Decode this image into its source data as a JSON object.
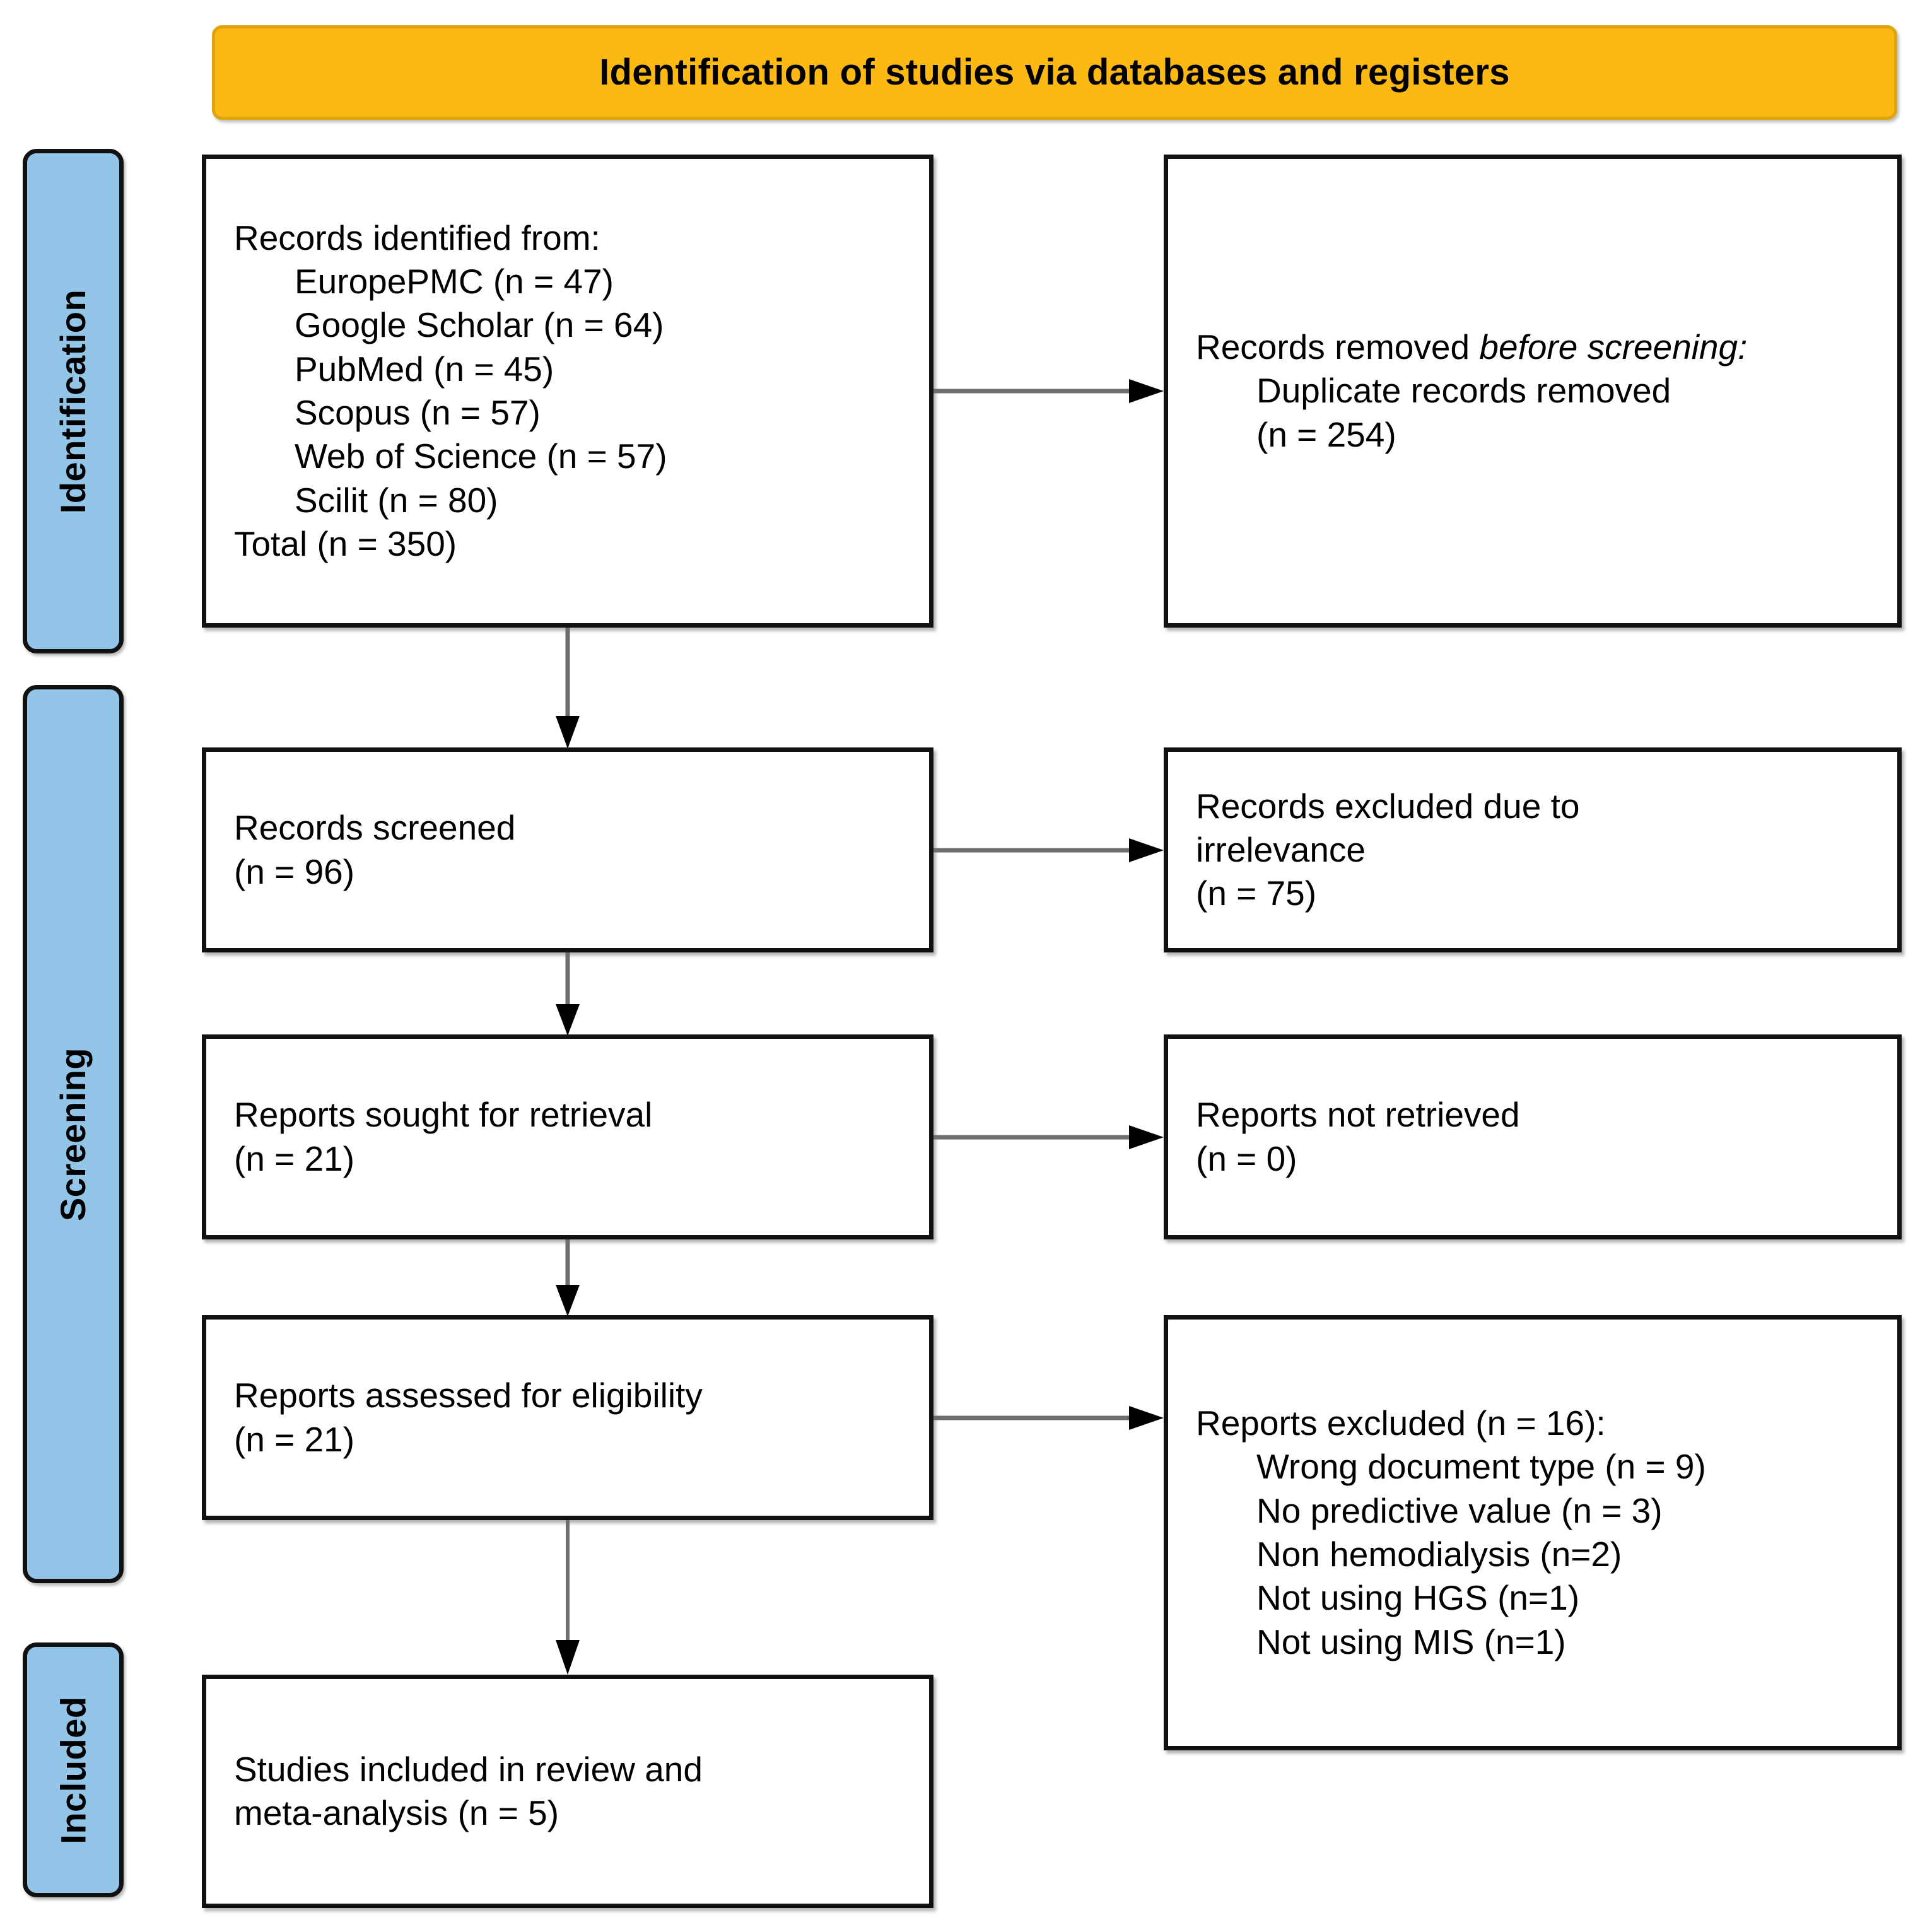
{
  "banner": {
    "title": "Identification of studies via databases and registers"
  },
  "stages": [
    {
      "id": "identification",
      "label": "Identification"
    },
    {
      "id": "screening",
      "label": "Screening"
    },
    {
      "id": "included",
      "label": "Included"
    }
  ],
  "colors": {
    "banner_fill": "#FCB813",
    "banner_border": "#E0A50E",
    "stage_fill": "#92C5E8",
    "box_border": "#111111",
    "connector_line": "#6E6E6E",
    "arrowhead": "#000000",
    "text": "#000000"
  },
  "boxes": {
    "identified": {
      "heading": "Records identified from:",
      "sources": [
        "EuropePMC (n = 47)",
        "Google Scholar (n = 64)",
        "PubMed (n = 45)",
        "Scopus (n = 57)",
        "Web of Science (n = 57)",
        "Scilit (n = 80)"
      ],
      "total": "Total (n = 350)"
    },
    "removed": {
      "heading_normal": "Records removed ",
      "heading_italic": "before screening",
      "heading_suffix": ":",
      "detail": "Duplicate records removed",
      "detail_count": "(n = 254)"
    },
    "screened": {
      "label": "Records screened",
      "count": "(n = 96)"
    },
    "excluded_irrelevance": {
      "label_line1": "Records excluded due to",
      "label_line2": "irrelevance",
      "count": "(n = 75)"
    },
    "sought": {
      "label": "Reports sought for retrieval",
      "count": "(n = 21)"
    },
    "not_retrieved": {
      "label": "Reports not retrieved",
      "count": "(n = 0)"
    },
    "assessed": {
      "label": "Reports assessed for eligibility",
      "count": "(n = 21)"
    },
    "excluded_reports": {
      "heading": "Reports excluded (n = 16):",
      "reasons": [
        "Wrong document type (n = 9)",
        "No predictive value (n = 3)",
        "Non hemodialysis (n=2)",
        "Not using HGS (n=1)",
        "Not using MIS (n=1)"
      ]
    },
    "included": {
      "line1": "Studies included in review and",
      "line2": "meta-analysis (n = 5)"
    }
  },
  "chart_data": {
    "type": "diagram",
    "title": "PRISMA 2020 flow diagram for new systematic reviews which included searches of databases and registers only",
    "nodes": [
      {
        "id": "identified",
        "stage": "Identification",
        "column": "left",
        "value": 350
      },
      {
        "id": "removed",
        "stage": "Identification",
        "column": "right",
        "value": 254
      },
      {
        "id": "screened",
        "stage": "Screening",
        "column": "left",
        "value": 96
      },
      {
        "id": "excluded_irrelevance",
        "stage": "Screening",
        "column": "right",
        "value": 75
      },
      {
        "id": "sought",
        "stage": "Screening",
        "column": "left",
        "value": 21
      },
      {
        "id": "not_retrieved",
        "stage": "Screening",
        "column": "right",
        "value": 0
      },
      {
        "id": "assessed",
        "stage": "Screening",
        "column": "left",
        "value": 21
      },
      {
        "id": "excluded_reports",
        "stage": "Screening",
        "column": "right",
        "value": 16
      },
      {
        "id": "included",
        "stage": "Included",
        "column": "left",
        "value": 5
      }
    ],
    "edges": [
      {
        "from": "identified",
        "to": "removed",
        "direction": "right"
      },
      {
        "from": "identified",
        "to": "screened",
        "direction": "down"
      },
      {
        "from": "screened",
        "to": "excluded_irrelevance",
        "direction": "right"
      },
      {
        "from": "screened",
        "to": "sought",
        "direction": "down"
      },
      {
        "from": "sought",
        "to": "not_retrieved",
        "direction": "right"
      },
      {
        "from": "sought",
        "to": "assessed",
        "direction": "down"
      },
      {
        "from": "assessed",
        "to": "excluded_reports",
        "direction": "right"
      },
      {
        "from": "assessed",
        "to": "included",
        "direction": "down"
      }
    ],
    "source_counts": {
      "EuropePMC": 47,
      "Google Scholar": 64,
      "PubMed": 45,
      "Scopus": 57,
      "Web of Science": 57,
      "Scilit": 80,
      "Total": 350
    },
    "exclusion_reasons": {
      "Wrong document type": 9,
      "No predictive value": 3,
      "Non hemodialysis": 2,
      "Not using HGS": 1,
      "Not using MIS": 1,
      "Total": 16
    }
  }
}
